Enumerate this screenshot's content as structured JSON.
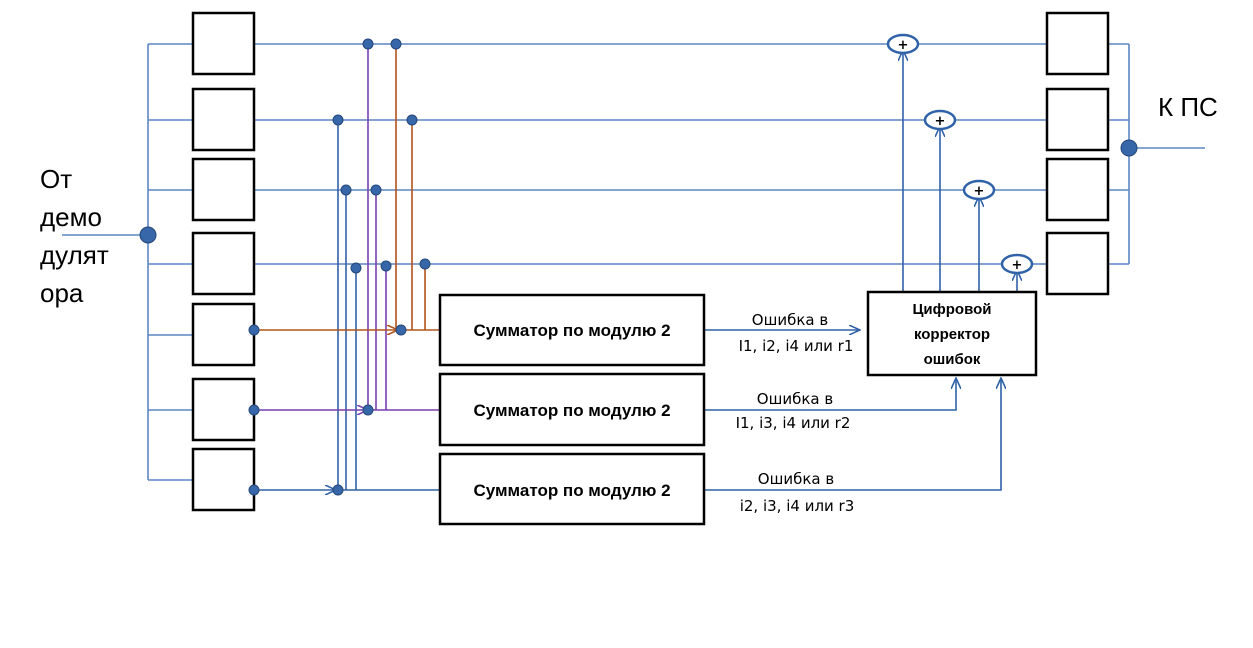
{
  "input_label": [
    "От",
    "демо",
    "дулят",
    "ора"
  ],
  "output_label": "К ПС",
  "corrector_label": [
    "Цифровой",
    "корректор",
    "ошибок"
  ],
  "adders": [
    {
      "label": "Сумматор по модулю 2",
      "error_lines": [
        "Ошибка в",
        "I1, i2, i4 или r1"
      ]
    },
    {
      "label": "Сумматор по модулю 2",
      "error_lines": [
        "Ошибка в",
        "I1, i3, i4 или r2"
      ]
    },
    {
      "label": "Сумматор по модулю 2",
      "error_lines": [
        "Ошибка в",
        "i2, i3, i4 или r3"
      ]
    }
  ],
  "xor_symbol": "+",
  "colors": {
    "wire": "#5b87c4",
    "node": "#3767a8",
    "orange": "#b3531a",
    "purple": "#7a3fb0"
  }
}
